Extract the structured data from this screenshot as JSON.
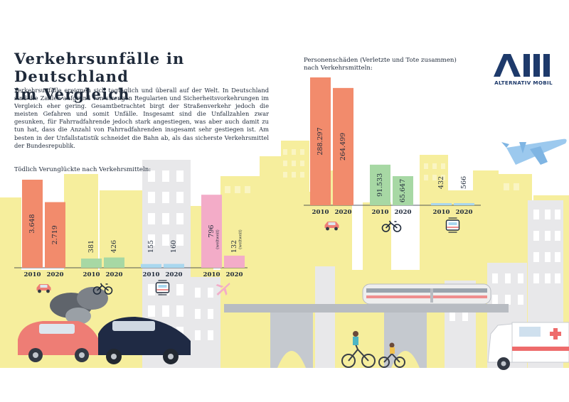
{
  "header": {
    "title_line1": "Verkehrsunfälle in Deutschland",
    "title_line2": "im Vergleich",
    "intro": "Verkehrsunfälle ereignen sich tagtäglich und überall auf der Welt. In Deutschland sind die Zahlen aufgrund von strengen Regularien und Sicherheitsvorkehrungen im Vergleich eher gering. Gesamtbetrachtet birgt der Straßenverkehr jedoch die meisten Gefahren und somit Unfälle. Insgesamt sind die Unfallzahlen zwar gesunken, für Fahrradfahrende jedoch stark angestiegen, was aber auch damit zu tun hat, dass die Anzahl von Fahrradfahrenden insgesamt sehr gestiegen ist. Am besten in der Unfallstatistik schneidet die Bahn ab, als das sicherste Verkehrsmittel der Bundesrepublik."
  },
  "logo": {
    "text": "ALTERNATIV MOBIL",
    "color": "#1e3a6b"
  },
  "colors": {
    "car": "#f28b6c",
    "bike": "#a7d8a4",
    "train": "#a9d7ef",
    "plane": "#f3acc8",
    "city": "#f6ee9d",
    "building": "#e8e8ea"
  },
  "chart_data": [
    {
      "type": "bar",
      "title": "Tödlich Verunglückte nach Verkehrsmitteln:",
      "groups": [
        {
          "icon": "car-icon",
          "bars": [
            {
              "year": "2010",
              "value": 3648,
              "label": "3.648"
            },
            {
              "year": "2020",
              "value": 2719,
              "label": "2.719"
            }
          ]
        },
        {
          "icon": "bicycle-icon",
          "bars": [
            {
              "year": "2010",
              "value": 381,
              "label": "381"
            },
            {
              "year": "2020",
              "value": 426,
              "label": "426"
            }
          ]
        },
        {
          "icon": "tram-icon",
          "bars": [
            {
              "year": "2010",
              "value": 155,
              "label": "155"
            },
            {
              "year": "2020",
              "value": 160,
              "label": "160"
            }
          ]
        },
        {
          "icon": "airplane-icon",
          "bars": [
            {
              "year": "2010",
              "value": 796,
              "label": "796",
              "note": "(weltweit)"
            },
            {
              "year": "2020",
              "value": 132,
              "label": "132",
              "note": "(weltweit)"
            }
          ]
        }
      ]
    },
    {
      "type": "bar",
      "title_line1": "Personenschäden (Verletzte und Tote zusammen)",
      "title_line2": "nach Verkehrsmitteln:",
      "groups": [
        {
          "icon": "car-icon",
          "bars": [
            {
              "year": "2010",
              "value": 288297,
              "label": "288.297"
            },
            {
              "year": "2020",
              "value": 264499,
              "label": "264.499"
            }
          ]
        },
        {
          "icon": "bicycle-icon",
          "bars": [
            {
              "year": "2010",
              "value": 91533,
              "label": "91.533"
            },
            {
              "year": "2020",
              "value": 65647,
              "label": "65.647"
            }
          ]
        },
        {
          "icon": "tram-icon",
          "bars": [
            {
              "year": "2010",
              "value": 432,
              "label": "432"
            },
            {
              "year": "2020",
              "value": 566,
              "label": "566"
            }
          ]
        }
      ]
    }
  ]
}
